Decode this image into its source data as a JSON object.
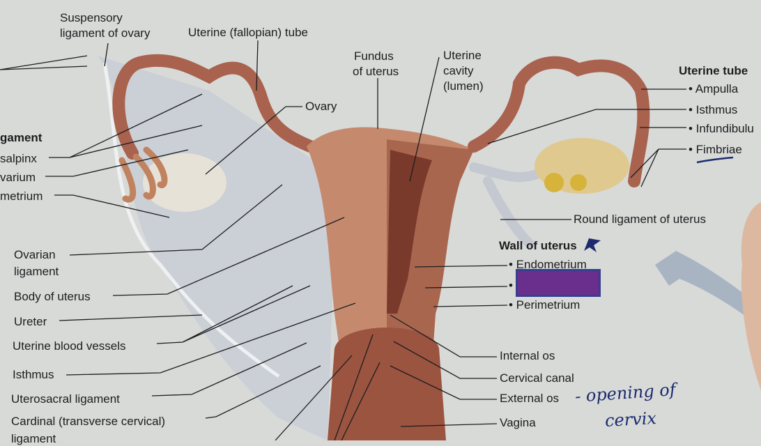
{
  "diagram": {
    "colors": {
      "background": "#d8dad8",
      "uterus": "#b3735c",
      "tube": "#a8624e",
      "ovary": "#e3d2a8",
      "ligament": "#c9cdd6",
      "redaction": "#6a2e8c",
      "ink": "#1c2a6e"
    },
    "labels": {
      "suspensory_1": "Suspensory",
      "suspensory_2": "ligament of ovary",
      "uterine_tube_top": "Uterine (fallopian) tube",
      "fundus_1": "Fundus",
      "fundus_2": "of uterus",
      "cavity_1": "Uterine",
      "cavity_2": "cavity",
      "cavity_3": "(lumen)",
      "ovary": "Ovary",
      "broad_ligament_heading": "gament",
      "mesosalpinx": "salpinx",
      "mesovarium": "varium",
      "mesometrium": "metrium",
      "ovarian_ligament_1": "Ovarian",
      "ovarian_ligament_2": "ligament",
      "body_of_uterus": "Body of uterus",
      "ureter": "Ureter",
      "uterine_blood_vessels": "Uterine blood vessels",
      "isthmus_left": "Isthmus",
      "uterosacral_ligament": "Uterosacral ligament",
      "cardinal_1": "Cardinal (transverse cervical)",
      "cardinal_2": "ligament",
      "uterine_tube_heading": "Uterine tube",
      "ampulla": "• Ampulla",
      "isthmus_right": "• Isthmus",
      "infundibulum": "• Infundibulu",
      "fimbriae": "• Fimbriae",
      "round_ligament": "Round ligament of uterus",
      "wall_heading": "Wall of uterus",
      "endometrium": "• Endometrium",
      "myometrium_bullet": "•",
      "perimetrium": "• Perimetrium",
      "internal_os": "Internal os",
      "cervical_canal": "Cervical canal",
      "external_os": "External os",
      "vagina": "Vagina"
    },
    "handwriting": {
      "line1": "- opening of",
      "line2": "cervix"
    }
  }
}
